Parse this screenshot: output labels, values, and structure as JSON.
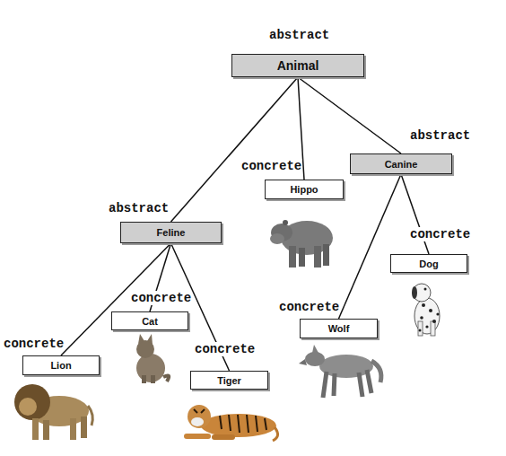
{
  "diagram": {
    "nodes": [
      {
        "text": [
          "Animal"
        ]
      },
      {
        "text": [
          "Feline"
        ]
      },
      {
        "text": [
          "Hippo"
        ]
      },
      {
        "text": [
          "Canine"
        ]
      },
      {
        "text": [
          "Lion"
        ]
      },
      {
        "text": [
          "Cat"
        ]
      },
      {
        "text": [
          "Tiger"
        ]
      },
      {
        "text": [
          "Wolf"
        ]
      },
      {
        "text": [
          "Dog"
        ]
      }
    ],
    "edges": [
      {
        "from": 0,
        "to": 1,
        "arrow": "none"
      },
      {
        "from": 0,
        "to": 2,
        "arrow": "none"
      },
      {
        "from": 0,
        "to": 3,
        "arrow": "none"
      },
      {
        "from": 1,
        "to": 4,
        "arrow": "none"
      },
      {
        "from": 1,
        "to": 5,
        "arrow": "none"
      },
      {
        "from": 1,
        "to": 6,
        "arrow": "none"
      },
      {
        "from": 3,
        "to": 7,
        "arrow": "none"
      },
      {
        "from": 3,
        "to": 8,
        "arrow": "none"
      }
    ],
    "labels": [
      "abstract",
      "abstract",
      "concrete",
      "abstract",
      "concrete",
      "concrete",
      "concrete",
      "concrete",
      "concrete"
    ]
  }
}
